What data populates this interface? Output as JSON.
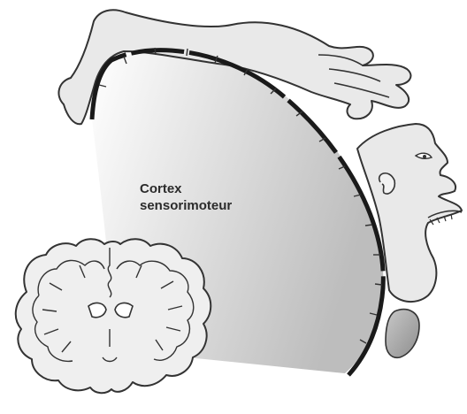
{
  "diagram": {
    "label": {
      "line1": "Cortex",
      "line2": "sensorimoteur"
    }
  },
  "colors": {
    "outline": "#333333",
    "figure_fill": "#e9e9e9",
    "brain_fill": "#efefef",
    "cortex_gradient_light": "#ffffff",
    "cortex_gradient_dark": "#c4c4c4",
    "tongue_fill": "#a8a8a8"
  },
  "icons": [
    "homunculus-arm",
    "homunculus-hand",
    "homunculus-head",
    "homunculus-tongue",
    "brain-coronal-section"
  ]
}
